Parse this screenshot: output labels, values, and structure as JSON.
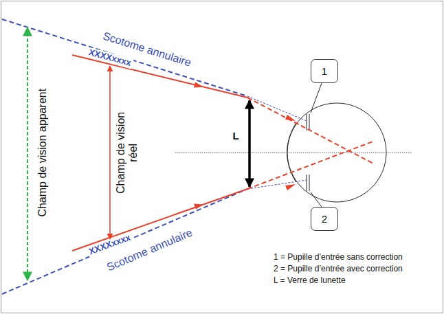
{
  "diagram": {
    "nodes": [
      {
        "text": [
          "1"
        ]
      },
      {
        "text": [
          "2"
        ]
      }
    ],
    "labels": [
      "Champ de vision apparent",
      "Champ de vision réel",
      "Scotome annulaire",
      "XXXXxxxx",
      "XXXXxxxx",
      "Scotome annulaire",
      "L",
      "1 = Pupille d’entrée sans correction",
      "2 = Pupille d’entrée avec correction",
      "L = Verre de lunette"
    ]
  }
}
